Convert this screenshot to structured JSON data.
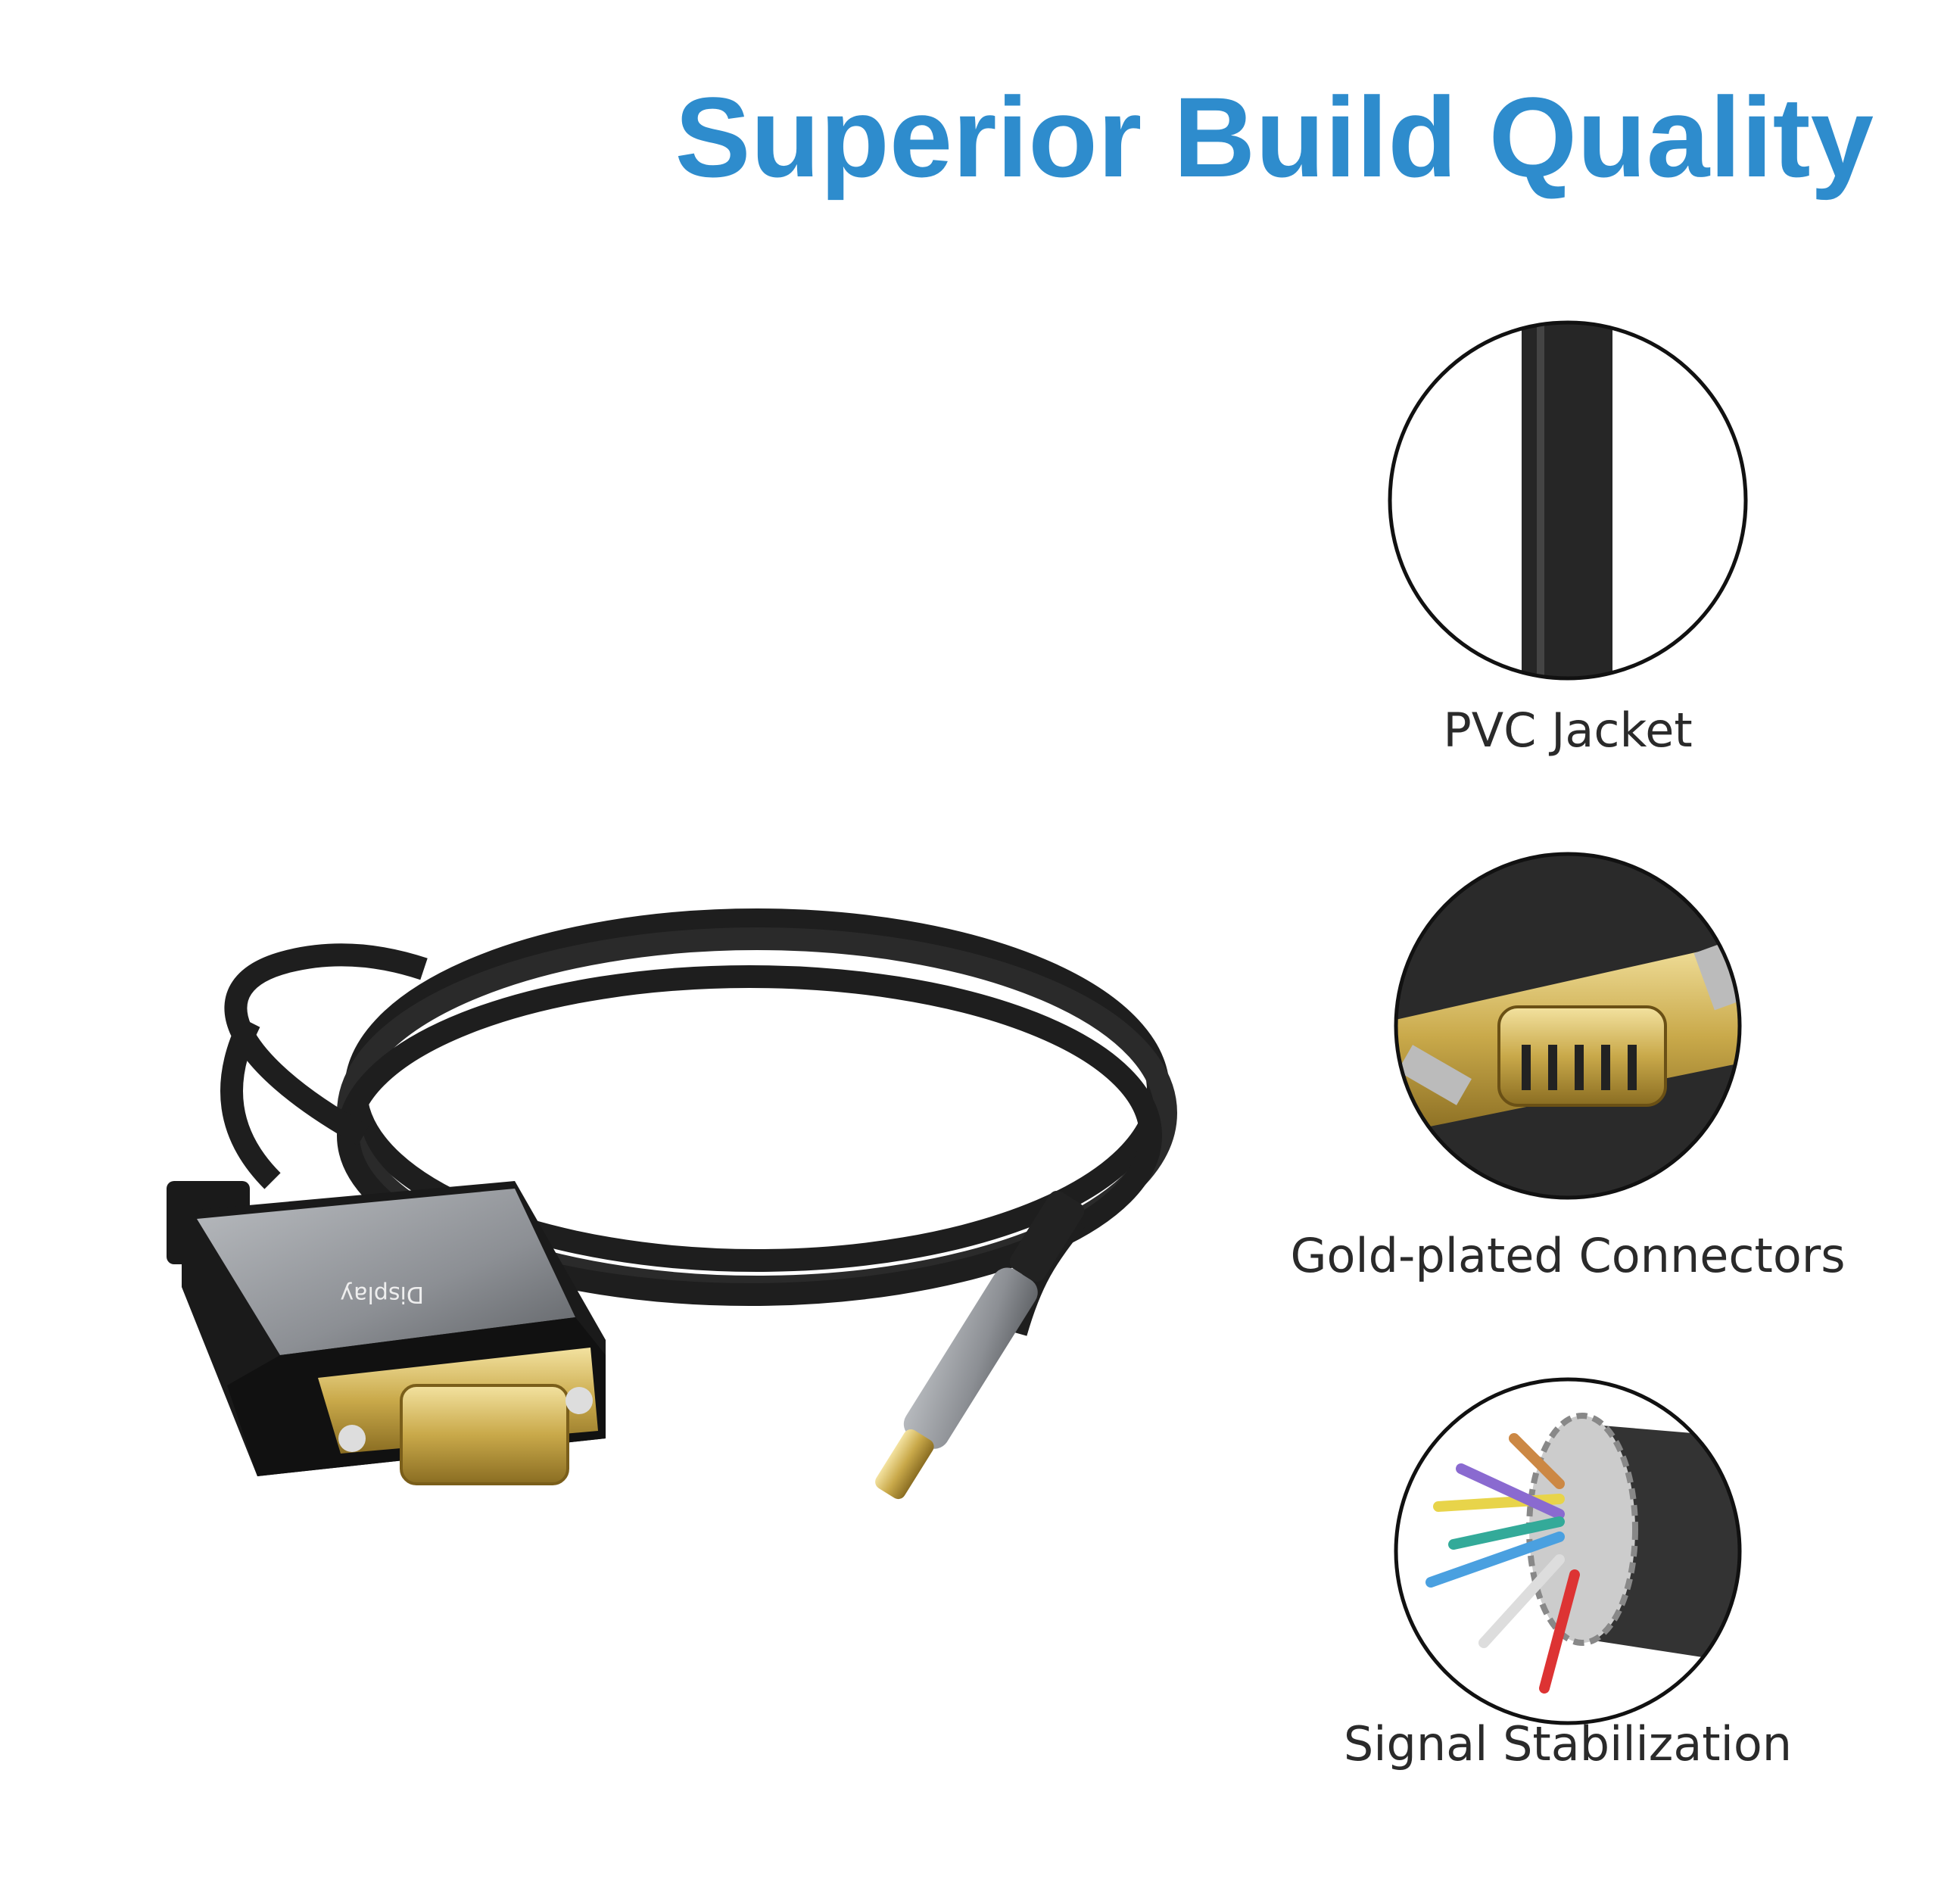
{
  "title": "Superior Build Quality",
  "features": [
    {
      "label": "PVC Jacket",
      "icon": "cable-jacket-closeup"
    },
    {
      "label": "Gold-plated Connectors",
      "icon": "vga-connector-closeup"
    },
    {
      "label": "Signal Stabilization",
      "icon": "shielded-wires-closeup"
    }
  ],
  "product": {
    "image": "usb-c-to-vga-cable",
    "logo_text": "Display"
  },
  "colors": {
    "title": "#2e8ccd",
    "cable": "#1f1f1f",
    "gold": "#c9a94a",
    "shell": "#8e9196"
  }
}
